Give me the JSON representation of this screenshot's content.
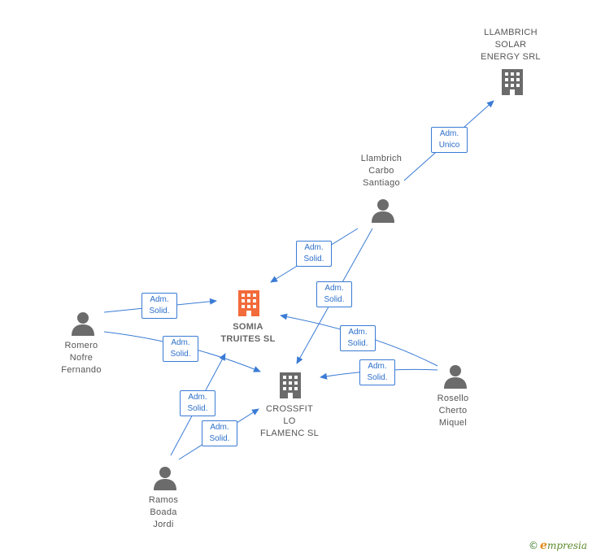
{
  "colors": {
    "edge": "#3a7bd5",
    "person_icon": "#6b6b6b",
    "company_icon": "#6b6b6b",
    "focus_company_icon": "#f26b3a"
  },
  "nodes": {
    "llambrich_solar": {
      "label": "LLAMBRICH\nSOLAR\nENERGY SRL",
      "icon": "building-icon"
    },
    "llambrich_carbo": {
      "label": "Llambrich\nCarbo\nSantiago",
      "icon": "person-icon"
    },
    "somia_truites": {
      "label": "SOMIA\nTRUITES SL",
      "icon": "building-icon"
    },
    "romero_nofre": {
      "label": "Romero\nNofre\nFernando",
      "icon": "person-icon"
    },
    "crossfit_lo_flamenc": {
      "label": "CROSSFIT\nLO\nFLAMENC SL",
      "icon": "building-icon"
    },
    "rosello_cherto": {
      "label": "Rosello\nCherto\nMiquel",
      "icon": "person-icon"
    },
    "ramos_boada": {
      "label": "Ramos\nBoada\nJordi",
      "icon": "person-icon"
    }
  },
  "edges": [
    {
      "id": "e1",
      "label": "Adm.\nUnico"
    },
    {
      "id": "e2",
      "label": "Adm.\nSolid."
    },
    {
      "id": "e3",
      "label": "Adm.\nSolid."
    },
    {
      "id": "e4",
      "label": "Adm.\nSolid."
    },
    {
      "id": "e5",
      "label": "Adm.\nSolid."
    },
    {
      "id": "e6",
      "label": "Adm.\nSolid."
    },
    {
      "id": "e7",
      "label": "Adm.\nSolid."
    },
    {
      "id": "e8",
      "label": "Adm.\nSolid."
    },
    {
      "id": "e9",
      "label": "Adm.\nSolid."
    }
  ],
  "footer": {
    "copyright": "©",
    "brand_initial": "e",
    "brand_rest": "mpresia"
  }
}
